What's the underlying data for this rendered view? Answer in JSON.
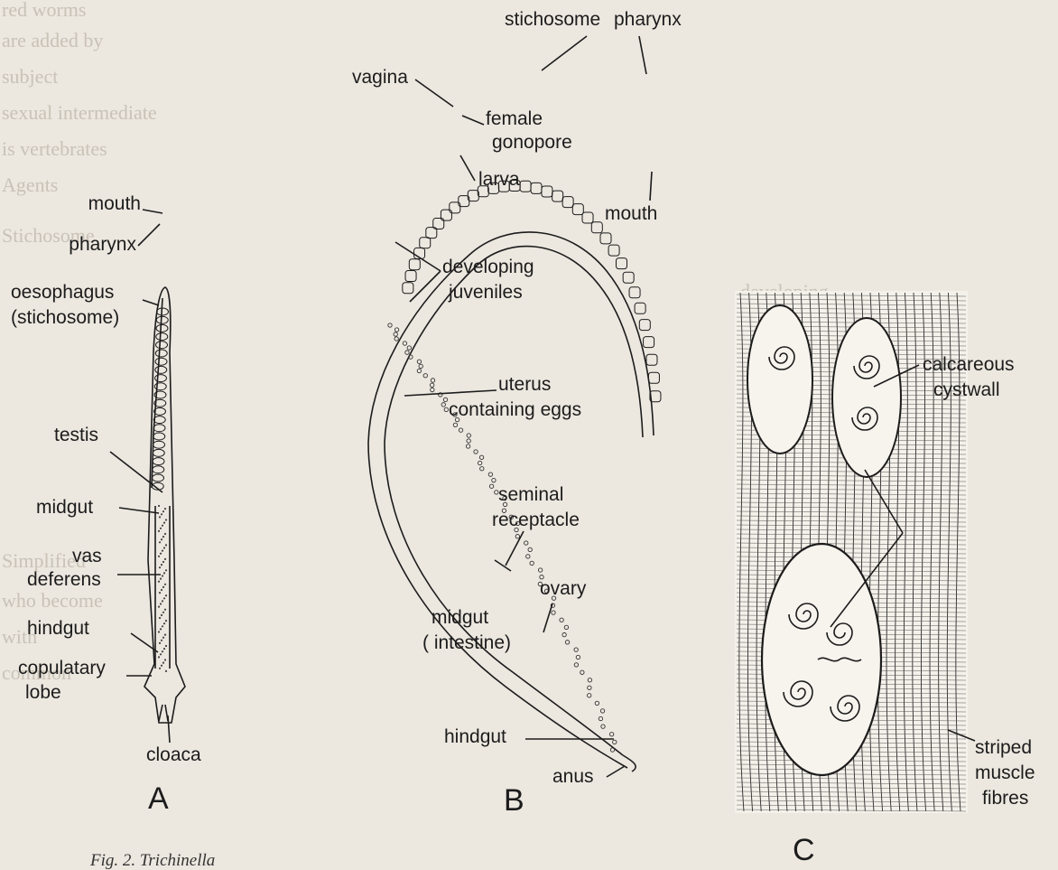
{
  "figure": {
    "caption_fragment": "Fig. 2. Trichinella",
    "panels": {
      "A": {
        "letter": "A",
        "labels": {
          "mouth": "mouth",
          "pharynx": "pharynx",
          "oesophagus_1": "oesophagus",
          "oesophagus_2": "(stichosome)",
          "testis": "testis",
          "midgut": "midgut",
          "vas_1": "vas",
          "vas_2": "deferens",
          "hindgut": "hindgut",
          "copulatory_1": "copulatary",
          "copulatory_2": "lobe",
          "cloaca": "cloaca"
        }
      },
      "B": {
        "letter": "B",
        "labels": {
          "stichosome": "stichosome",
          "pharynx": "pharynx",
          "vagina": "vagina",
          "female_1": "female",
          "female_2": "gonopore",
          "larva": "larva",
          "mouth": "mouth",
          "developing_1": "developing",
          "developing_2": "juveniles",
          "uterus_1": "uterus",
          "uterus_2": "containing eggs",
          "seminal_1": "seminal",
          "seminal_2": "receptacle",
          "ovary": "ovary",
          "midgut_1": "midgut",
          "midgut_2": "( intestine)",
          "hindgut": "hindgut",
          "anus": "anus"
        }
      },
      "C": {
        "letter": "C",
        "labels": {
          "calcareous_1": "calcareous",
          "calcareous_2": "cystwall",
          "striped_1": "striped",
          "striped_2": "muscle",
          "striped_3": "fibres"
        }
      }
    },
    "background_text_fragments": [
      "red worms",
      "are added by",
      "subject",
      "sexual intermediate",
      "is vertebrates",
      "Agents",
      "Stichosome",
      "developing",
      "Simplified",
      "who become",
      "with",
      "common"
    ]
  },
  "colors": {
    "paper": "#ece7df",
    "ink": "#1c1c1c",
    "ghost_text": "#c9c2b7"
  }
}
